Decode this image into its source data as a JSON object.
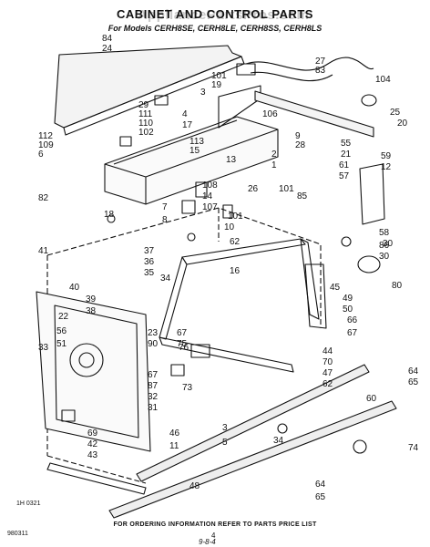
{
  "watermark": "AppliancePartsPros.com",
  "title": "CABINET AND CONTROL PARTS",
  "subtitle": "For Models CERH8SE, CERH8LE, CERH8SS, CERH8LS",
  "footer": {
    "ordering_info": "FOR ORDERING INFORMATION REFER TO PARTS PRICE LIST",
    "page_number": "4",
    "doc_code_left": "980311",
    "illustration_code": "1H 0321",
    "date_code": "9-8-4"
  },
  "callouts": [
    "84",
    "24",
    "27",
    "83",
    "104",
    "101",
    "19",
    "3",
    "29",
    "111",
    "110",
    "102",
    "4",
    "17",
    "106",
    "25",
    "20",
    "112",
    "109",
    "6",
    "113",
    "15",
    "9",
    "28",
    "55",
    "21",
    "61",
    "57",
    "59",
    "12",
    "82",
    "13",
    "2",
    "1",
    "108",
    "14",
    "107",
    "26",
    "101",
    "85",
    "7",
    "8",
    "101",
    "10",
    "18",
    "58",
    "86",
    "30",
    "41",
    "37",
    "36",
    "35",
    "62",
    "16",
    "34",
    "80",
    "45",
    "49",
    "50",
    "40",
    "39",
    "38",
    "22",
    "56",
    "51",
    "33",
    "23",
    "90",
    "67",
    "87",
    "32",
    "31",
    "67",
    "75",
    "76",
    "73",
    "44",
    "70",
    "47",
    "62",
    "66",
    "67",
    "46",
    "11",
    "69",
    "42",
    "43",
    "3",
    "5",
    "34",
    "48",
    "64",
    "65",
    "74",
    "64",
    "65",
    "60",
    "30"
  ]
}
